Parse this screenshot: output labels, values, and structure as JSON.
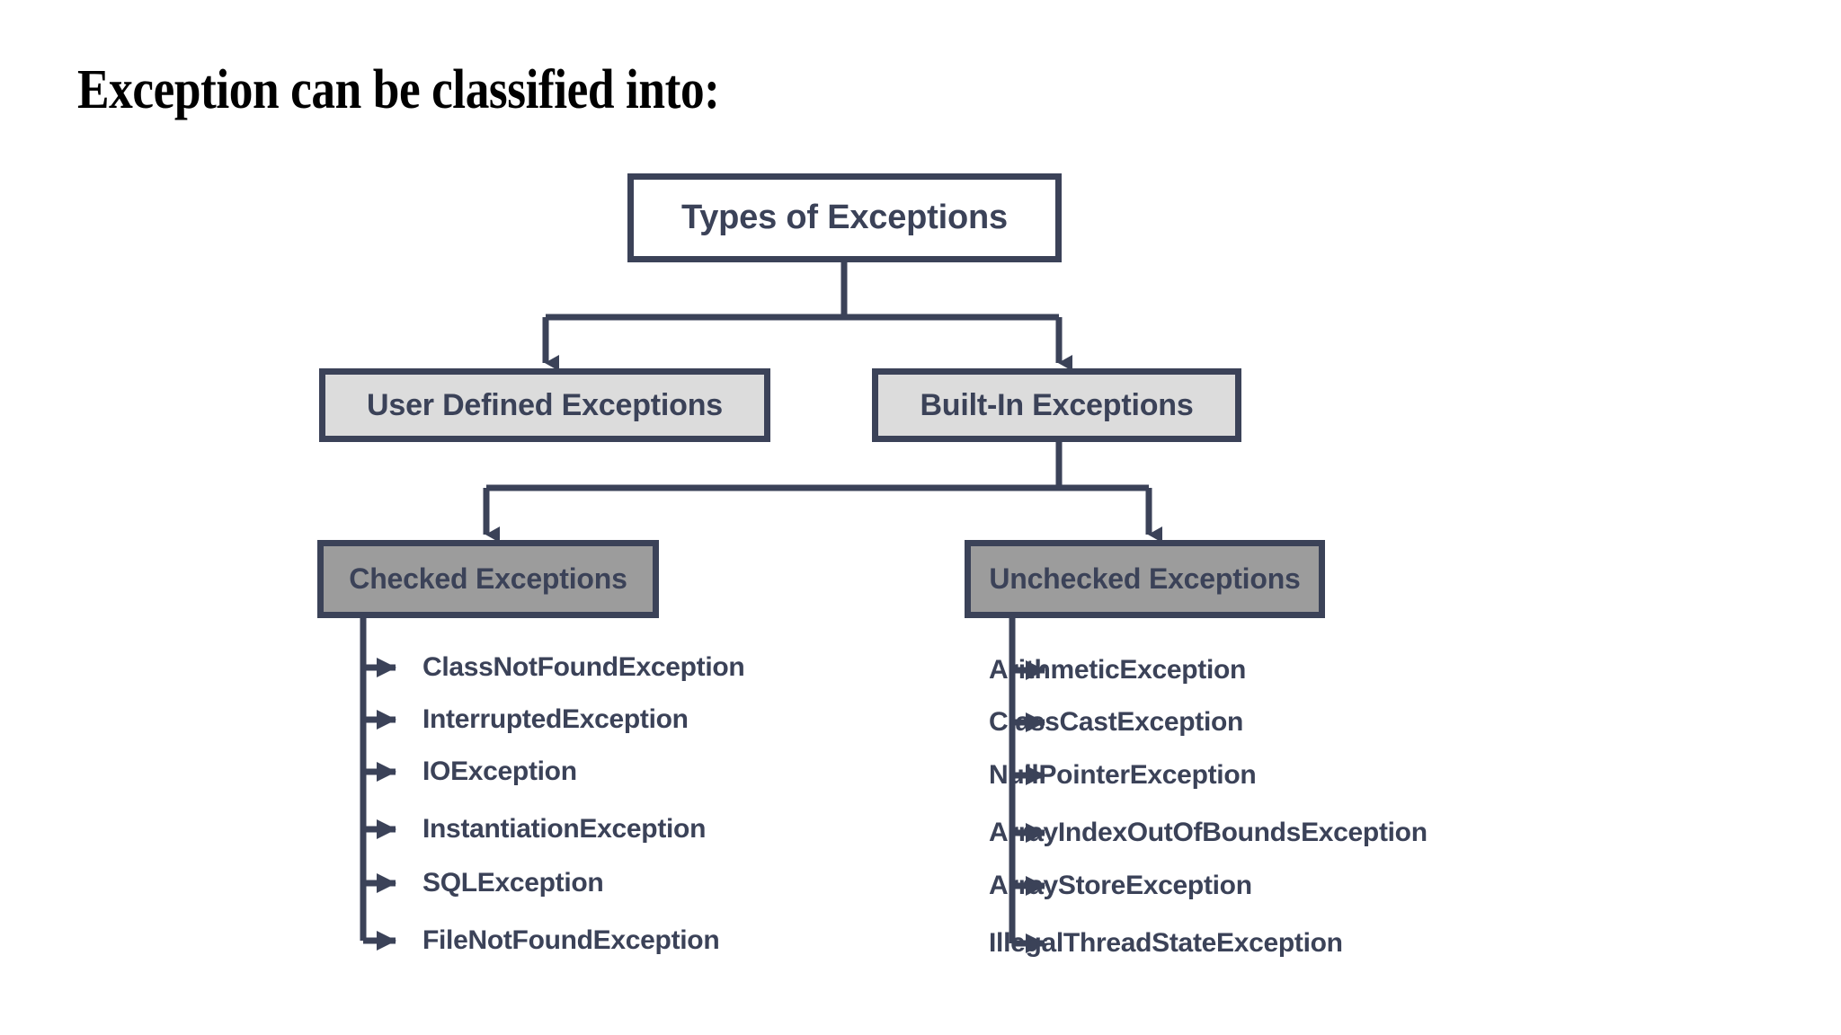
{
  "slide": {
    "title": "Exception can be classified into:",
    "background": "#ffffff"
  },
  "colors": {
    "stroke": "#3b4258",
    "text": "#3b4258",
    "root_fill": "#ffffff",
    "level2_fill": "#dcdcdc",
    "level3_fill": "#9c9c9c",
    "title_text": "#000000"
  },
  "diagram": {
    "type": "tree",
    "root": {
      "label": "Types of Exceptions"
    },
    "level2": [
      {
        "label": "User Defined Exceptions"
      },
      {
        "label": "Built-In Exceptions"
      }
    ],
    "level3": [
      {
        "label": "Checked Exceptions"
      },
      {
        "label": "Unchecked Exceptions"
      }
    ],
    "checked_exceptions": [
      "ClassNotFoundException",
      "InterruptedException",
      "IOException",
      "InstantiationException",
      "SQLException",
      "FileNotFoundException"
    ],
    "unchecked_exceptions": [
      "ArithmeticException",
      "ClassCastException",
      "NullPointerException",
      "ArrayIndexOutOfBoundsException",
      "ArrayStoreException",
      "IllegalThreadStateException"
    ]
  }
}
